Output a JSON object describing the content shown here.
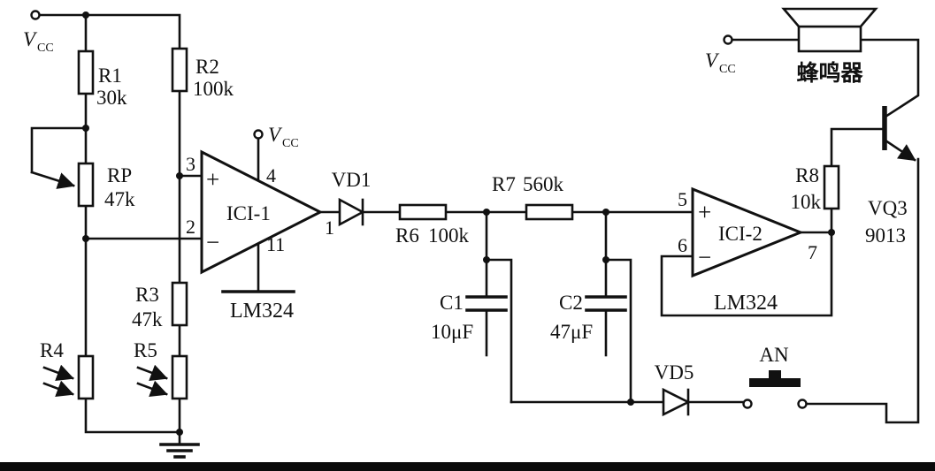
{
  "labels": {
    "vcc": {
      "main": "V",
      "sub": "CC"
    },
    "plus": "+",
    "minus": "−"
  },
  "components": {
    "r1": {
      "ref": "R1",
      "value": "30k"
    },
    "r2": {
      "ref": "R2",
      "value": "100k"
    },
    "rp": {
      "ref": "RP",
      "value": "47k"
    },
    "r3": {
      "ref": "R3",
      "value": "47k"
    },
    "r4": {
      "ref": "R4"
    },
    "r5": {
      "ref": "R5"
    },
    "r6": {
      "ref": "R6",
      "value": "100k"
    },
    "r7": {
      "ref": "R7",
      "value": "560k"
    },
    "r8": {
      "ref": "R8",
      "value": "10k"
    },
    "c1": {
      "ref": "C1",
      "value": "10μF"
    },
    "c2": {
      "ref": "C2",
      "value": "47μF"
    },
    "vd1": {
      "ref": "VD1"
    },
    "vd5": {
      "ref": "VD5"
    },
    "vq3": {
      "ref": "VQ3",
      "value": "9013"
    },
    "an_button": {
      "ref": "AN"
    },
    "buzzer": {
      "ref": "蜂鸣器"
    },
    "ic1": {
      "ref": "ICI-1",
      "part": "LM324",
      "pin_in_plus": "3",
      "pin_in_minus": "2",
      "pin_vcc": "4",
      "pin_gnd": "11",
      "pin_out": "1"
    },
    "ic2": {
      "ref": "ICI-2",
      "part": "LM324",
      "pin_in_plus": "5",
      "pin_in_minus": "6",
      "pin_out": "7"
    }
  },
  "colors": {
    "ink": "#111111",
    "paper": "#ffffff"
  }
}
